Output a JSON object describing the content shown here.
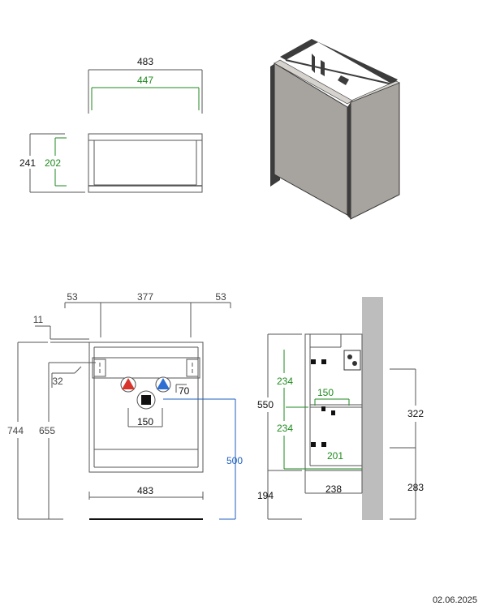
{
  "top_view": {
    "outer_width": "483",
    "inner_width": "447",
    "outer_depth": "241",
    "inner_depth": "202"
  },
  "front_view": {
    "offset_left": "53",
    "span": "377",
    "offset_right": "53",
    "top_gap": "11",
    "total_height": "744",
    "floor_to_top": "655",
    "corner": "32",
    "spacing": "70",
    "drain_width": "150",
    "drain_height": "500",
    "bottom_width": "483"
  },
  "side_view": {
    "height": "550",
    "upper": "234",
    "lower": "234",
    "bracket": "150",
    "mid": "201",
    "floor": "194",
    "depth": "238",
    "wall_upper": "322",
    "wall_lower": "283"
  },
  "footer": {
    "date": "02.06.2025"
  },
  "colors": {
    "line": "#555555",
    "green": "#1f8a1f",
    "blue": "#1f5fbf",
    "cabinet": "#a7a39e",
    "wall": "#bdbdbd",
    "hot": "#d9342b",
    "cold": "#2f6fd1"
  }
}
